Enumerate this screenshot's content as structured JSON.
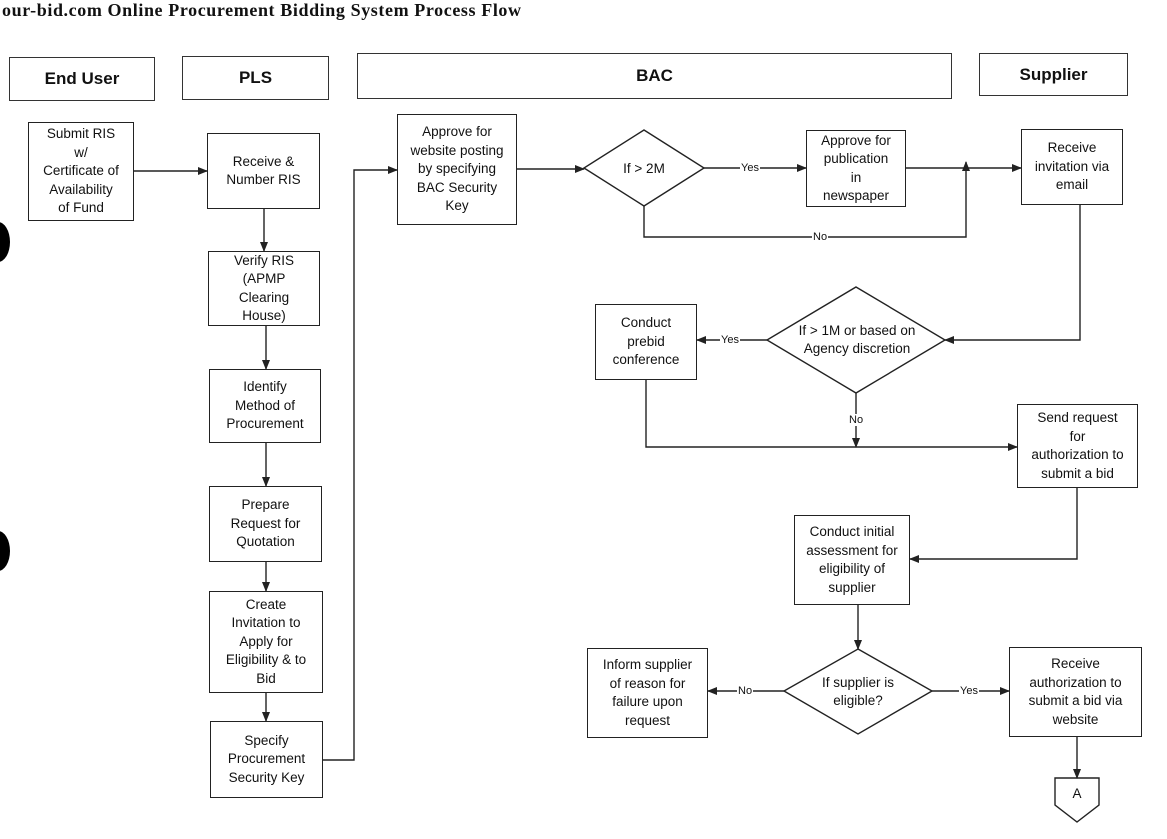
{
  "title": "our-bid.com Online Procurement Bidding System Process Flow",
  "lanes": {
    "end_user": "End User",
    "pls": "PLS",
    "bac": "BAC",
    "supplier": "Supplier"
  },
  "nodes": {
    "submit_ris": "Submit RIS\nw/\nCertificate of\nAvailability\nof Fund",
    "receive_number_ris": "Receive &\nNumber RIS",
    "verify_ris": "Verify RIS\n(APMP\nClearing\nHouse)",
    "identify_method": "Identify\nMethod of\nProcurement",
    "prepare_rfq": "Prepare\nRequest for\nQuotation",
    "create_invitation": "Create\nInvitation to\nApply for\nEligibility & to\nBid",
    "specify_key": "Specify\nProcurement\nSecurity Key",
    "approve_posting": "Approve for\nwebsite posting\nby specifying\nBAC Security\nKey",
    "decision_2m": "If > 2M",
    "approve_publication": "Approve for\npublication\nin\nnewspaper",
    "receive_invitation": "Receive\ninvitation via\nemail",
    "decision_1m": "If > 1M or based on\nAgency discretion",
    "conduct_prebid": "Conduct\nprebid\nconference",
    "send_request": "Send request\nfor\nauthorization to\nsubmit a bid",
    "initial_assessment": "Conduct initial\nassessment for\neligibility of\nsupplier",
    "decision_eligible": "If supplier is\neligible?",
    "inform_supplier": "Inform supplier\nof reason for\nfailure upon\nrequest",
    "receive_authorization": "Receive\nauthorization to\nsubmit a bid via\nwebsite",
    "connector_a": "A"
  },
  "edge_labels": {
    "yes_2m": "Yes",
    "no_2m": "No",
    "yes_1m": "Yes",
    "no_1m": "No",
    "no_eligible": "No",
    "yes_eligible": "Yes"
  },
  "colors": {
    "line": "#222222",
    "background": "#ffffff"
  }
}
